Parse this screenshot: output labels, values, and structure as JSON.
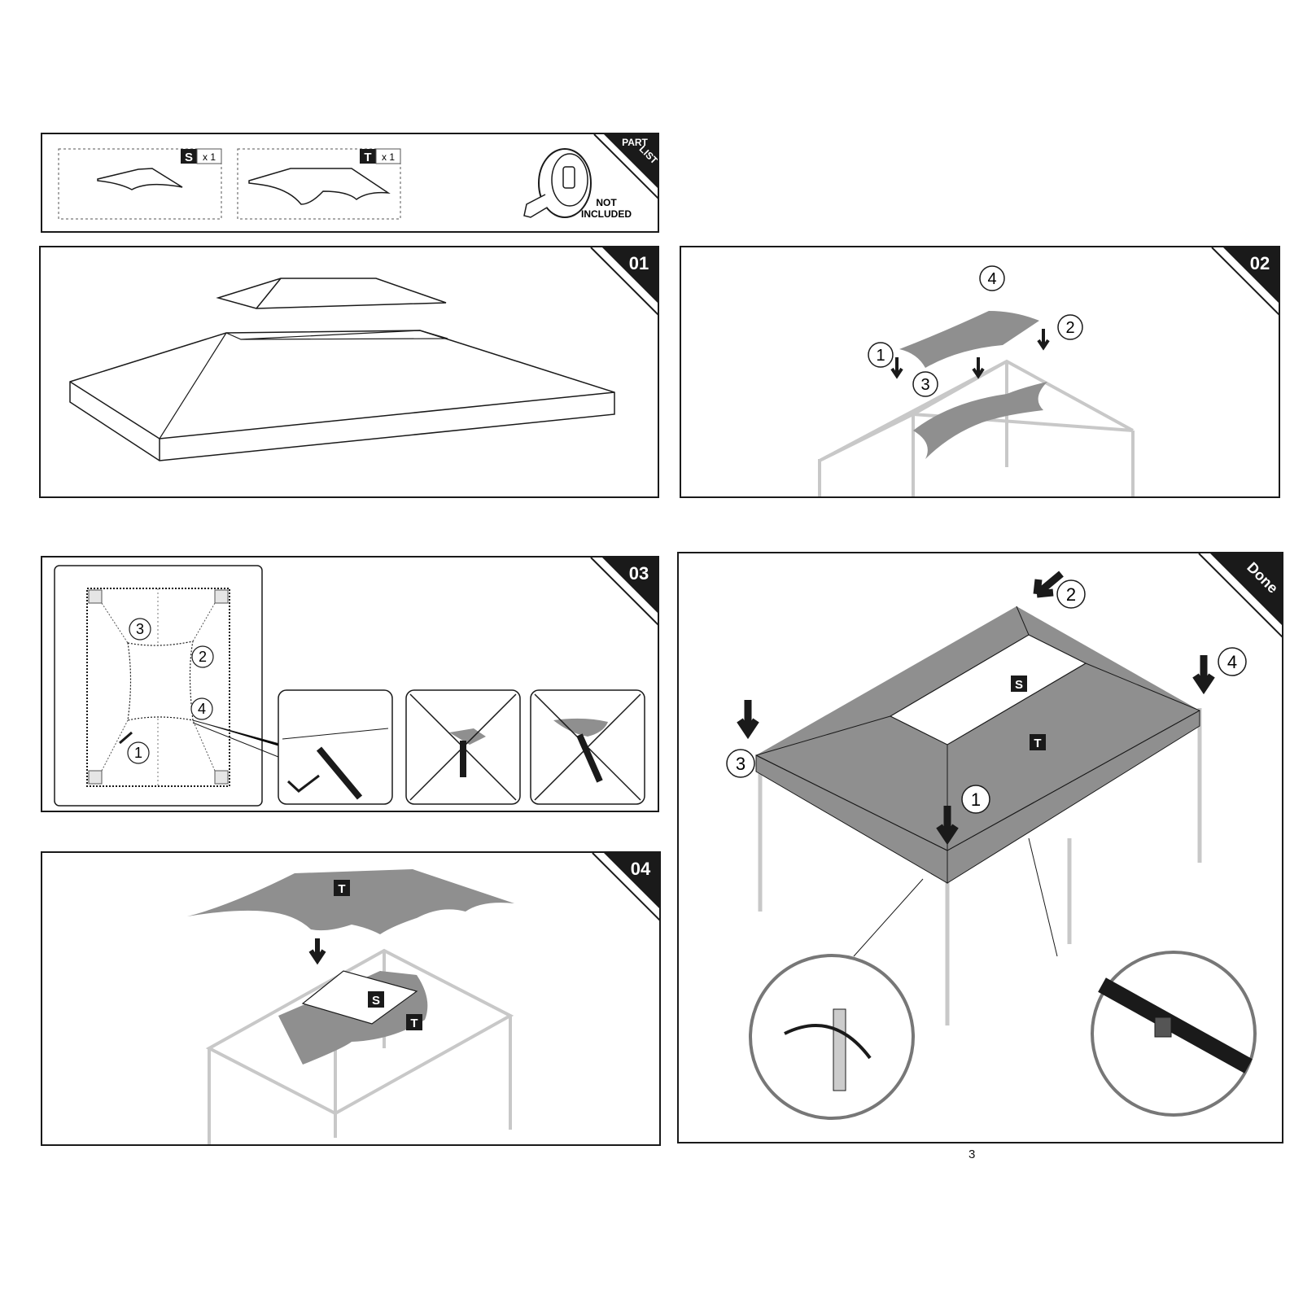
{
  "part_list": {
    "corner_label": "PART LIST",
    "corner_line1": "PART",
    "corner_line2": "LIST",
    "part_s": {
      "letter": "S",
      "qty": "x 1"
    },
    "part_t": {
      "letter": "T",
      "qty": "x 1"
    },
    "tool_note_line1": "NOT",
    "tool_note_line2": "INCLUDED",
    "tool_icon": "tape-measure-icon"
  },
  "steps": {
    "s01": {
      "label": "01"
    },
    "s02": {
      "label": "02",
      "callouts": [
        "1",
        "2",
        "3",
        "4"
      ]
    },
    "s03": {
      "label": "03",
      "callouts": [
        "1",
        "2",
        "3",
        "4"
      ]
    },
    "s04": {
      "label": "04",
      "marks": [
        "T",
        "S",
        "T"
      ]
    },
    "done": {
      "label": "Done",
      "callouts": [
        "1",
        "2",
        "3",
        "4"
      ],
      "marks": [
        "S",
        "T"
      ]
    }
  },
  "colors": {
    "canopy": "#8f8f8f",
    "frame": "#c8c8c8",
    "ink": "#1a1a1a"
  },
  "page_number": "3"
}
